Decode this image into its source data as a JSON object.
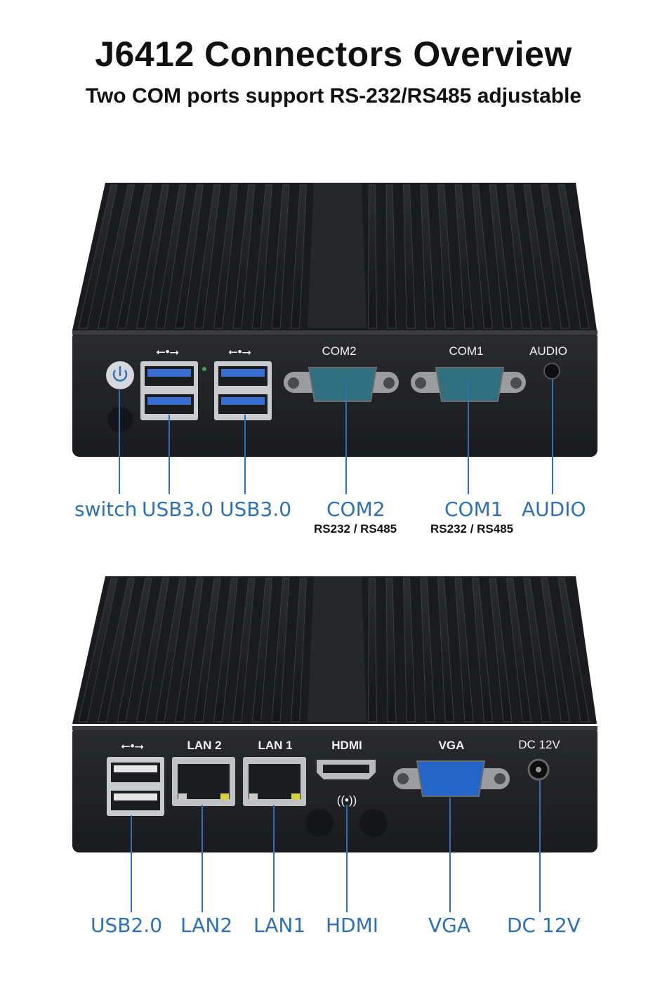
{
  "header": {
    "title": "J6412 Connectors Overview",
    "subtitle": "Two COM ports support RS-232/RS485 adjustable"
  },
  "top_unit": {
    "silkscreen": {
      "com2": "COM2",
      "com1": "COM1",
      "audio": "AUDIO"
    },
    "callouts": {
      "switch": "switch",
      "usb30_a": "USB3.0",
      "usb30_b": "USB3.0",
      "com2": "COM2",
      "com2_sub": "RS232 / RS485",
      "com1": "COM1",
      "com1_sub": "RS232 / RS485",
      "audio": "AUDIO"
    }
  },
  "bottom_unit": {
    "silkscreen": {
      "lan2": "LAN 2",
      "lan1": "LAN 1",
      "hdmi": "HDMI",
      "vga": "VGA",
      "dc": "DC  12V"
    },
    "callouts": {
      "usb20": "USB2.0",
      "lan2": "LAN2",
      "lan1": "LAN1",
      "hdmi": "HDMI",
      "vga": "VGA",
      "dc": "DC 12V"
    }
  },
  "colors": {
    "accent": "#2d70b6",
    "chassis": "#1c1d20",
    "usb3_blue": "#3a6fd2",
    "db9_teal": "#2f6f7e",
    "vga_blue": "#2466c8"
  }
}
